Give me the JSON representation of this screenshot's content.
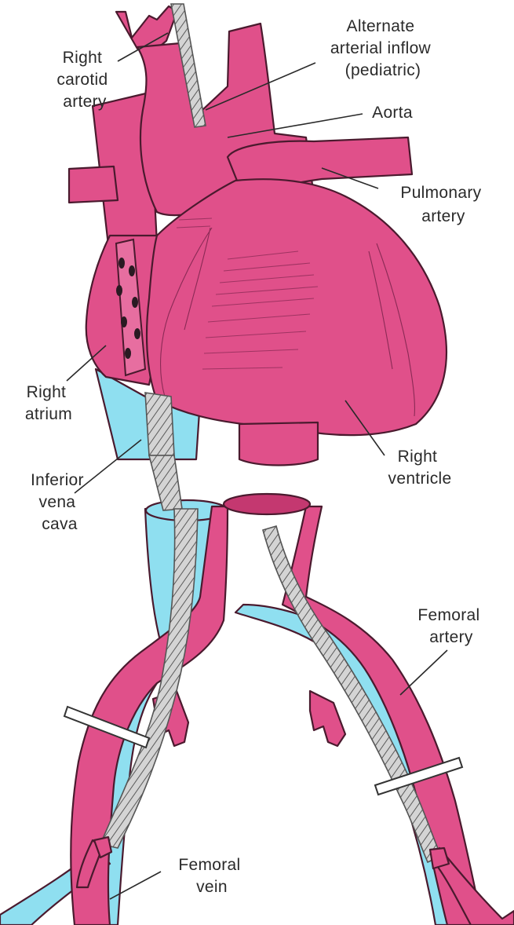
{
  "colors": {
    "artery": "#e0508a",
    "vein": "#8fdff0",
    "cannula": "#c8c8c8",
    "outline": "#4a1a2e",
    "text": "#2a2a2a"
  },
  "labels": {
    "right_carotid_artery": [
      "Right",
      "carotid",
      "artery"
    ],
    "alternate_arterial_inflow": [
      "Alternate",
      "arterial inflow",
      "(pediatric)"
    ],
    "aorta": [
      "Aorta"
    ],
    "pulmonary_artery": [
      "Pulmonary",
      "artery"
    ],
    "right_atrium": [
      "Right",
      "atrium"
    ],
    "right_ventricle": [
      "Right",
      "ventricle"
    ],
    "inferior_vena_cava": [
      "Inferior",
      "vena",
      "cava"
    ],
    "femoral_artery": [
      "Femoral",
      "artery"
    ],
    "femoral_vein": [
      "Femoral",
      "vein"
    ]
  }
}
